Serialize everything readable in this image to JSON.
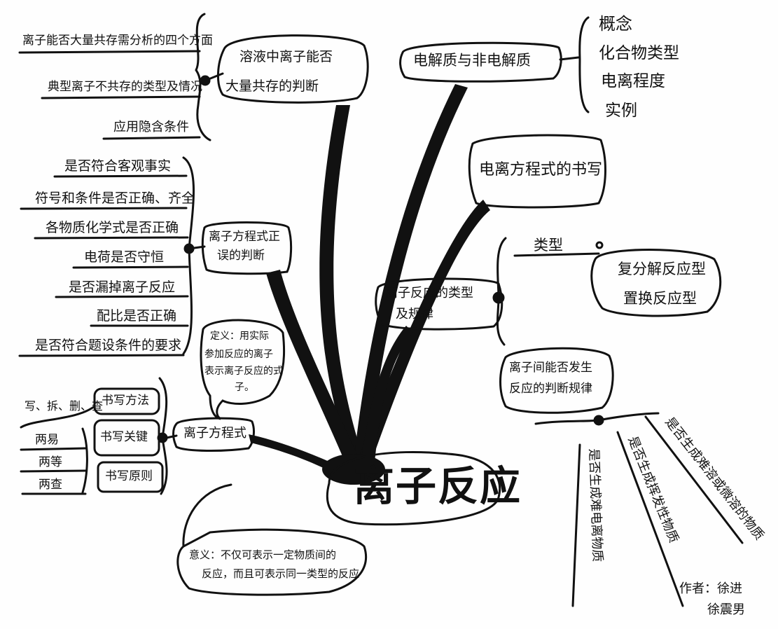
{
  "center": "离子反应",
  "coexistence": {
    "title_line1": "溶液中离子能否",
    "title_line2": "大量共存的判断",
    "items": [
      "离子能否大量共存需分析的四个方面",
      "典型离子不共存的类型及情况",
      "应用隐含条件"
    ]
  },
  "electrolyte": {
    "title": "电解质与非电解质",
    "items": [
      "概念",
      "化合物类型",
      "电离程度",
      "实例"
    ]
  },
  "ionization_equation": {
    "title": "电离方程式的书写"
  },
  "equation_judgement": {
    "title_line1": "离子方程式正",
    "title_line2": "误的判断",
    "items": [
      "是否符合客观事实",
      "符号和条件是否正确、齐全",
      "各物质化学式是否正确",
      "电荷是否守恒",
      "是否漏掉离子反应",
      "配比是否正确",
      "是否符合题设条件的要求"
    ]
  },
  "reaction_types": {
    "title_line1": "离子反应的类型",
    "title_line2": "及规律",
    "type_label": "类型",
    "types": [
      "复分解反应型",
      "置换反应型"
    ],
    "rule_title_line1": "离子间能否发生",
    "rule_title_line2": "反应的判断规律",
    "rules": [
      "是否生成难溶或微溶的物质",
      "是否生成挥发性物质",
      "是否生成难电离物质"
    ]
  },
  "ionic_equation": {
    "title": "离子方程式",
    "definition_lines": [
      "定义：用实际",
      "参加反应的离子",
      "表示离子反应的式",
      "子。"
    ],
    "meaning_lines": [
      "意义：不仅可表示一定物质间的",
      "反应，而且可表示同一类型的反应"
    ],
    "writing_method": "书写方法",
    "writing_method_steps": "写、拆、删、查",
    "writing_key": "书写关键",
    "writing_principle": "书写原则",
    "key_items": [
      "两易",
      "两等",
      "两查"
    ]
  },
  "author": {
    "line1": "作者：徐进",
    "line2": "徐震男"
  }
}
